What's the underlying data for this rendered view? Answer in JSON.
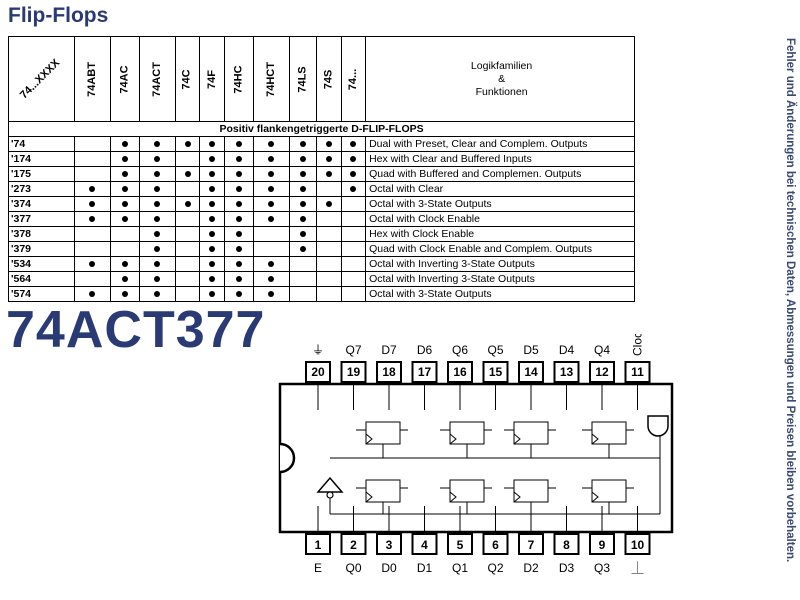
{
  "title": "Flip-Flops",
  "side_note": "Fehler und Änderungen bei technischen Daten, Abmessungen und Preisen bleiben vorbehalten.",
  "part_number": "74ACT377",
  "table": {
    "part_header": "74...XXXX",
    "families": [
      "74ABT",
      "74AC",
      "74ACT",
      "74C",
      "74F",
      "74HC",
      "74HCT",
      "74LS",
      "74S",
      "74..."
    ],
    "logik": [
      "Logikfamilien",
      "&",
      "Funktionen"
    ],
    "section": "Positiv flankengetriggerte D-FLIP-FLOPS",
    "rows": [
      {
        "part": "'74",
        "dots": [
          0,
          1,
          1,
          1,
          1,
          1,
          1,
          1,
          1,
          1
        ],
        "desc": "Dual with Preset, Clear and Complem. Outputs"
      },
      {
        "part": "'174",
        "dots": [
          0,
          1,
          1,
          0,
          1,
          1,
          1,
          1,
          1,
          1
        ],
        "desc": "Hex with Clear and Buffered Inputs"
      },
      {
        "part": "'175",
        "dots": [
          0,
          1,
          1,
          1,
          1,
          1,
          1,
          1,
          1,
          1
        ],
        "desc": "Quad with Buffered and Complemen. Outputs"
      },
      {
        "part": "'273",
        "dots": [
          1,
          1,
          1,
          0,
          1,
          1,
          1,
          1,
          0,
          1
        ],
        "desc": "Octal with Clear"
      },
      {
        "part": "'374",
        "dots": [
          1,
          1,
          1,
          1,
          1,
          1,
          1,
          1,
          1,
          0
        ],
        "desc": "Octal with 3-State Outputs"
      },
      {
        "part": "'377",
        "dots": [
          1,
          1,
          1,
          0,
          1,
          1,
          1,
          1,
          0,
          0
        ],
        "desc": "Octal with Clock Enable"
      },
      {
        "part": "'378",
        "dots": [
          0,
          0,
          1,
          0,
          1,
          1,
          0,
          1,
          0,
          0
        ],
        "desc": "Hex with Clock Enable"
      },
      {
        "part": "'379",
        "dots": [
          0,
          0,
          1,
          0,
          1,
          1,
          0,
          1,
          0,
          0
        ],
        "desc": "Quad with Clock Enable and Complem. Outputs"
      },
      {
        "part": "'534",
        "dots": [
          1,
          1,
          1,
          0,
          1,
          1,
          1,
          0,
          0,
          0
        ],
        "desc": "Octal with Inverting 3-State Outputs"
      },
      {
        "part": "'564",
        "dots": [
          0,
          1,
          1,
          0,
          1,
          1,
          1,
          0,
          0,
          0
        ],
        "desc": "Octal with Inverting 3-State Outputs"
      },
      {
        "part": "'574",
        "dots": [
          1,
          1,
          1,
          0,
          1,
          1,
          1,
          0,
          0,
          0
        ],
        "desc": "Octal with 3-State Outputs"
      }
    ]
  },
  "pins_top": [
    {
      "num": "20",
      "label": "⏚"
    },
    {
      "num": "19",
      "label": "Q7"
    },
    {
      "num": "18",
      "label": "D7"
    },
    {
      "num": "17",
      "label": "D6"
    },
    {
      "num": "16",
      "label": "Q6"
    },
    {
      "num": "15",
      "label": "Q5"
    },
    {
      "num": "14",
      "label": "D5"
    },
    {
      "num": "13",
      "label": "D4"
    },
    {
      "num": "12",
      "label": "Q4"
    },
    {
      "num": "11",
      "label": "Clock"
    }
  ],
  "pins_bottom": [
    {
      "num": "1",
      "label": "E"
    },
    {
      "num": "2",
      "label": "Q0"
    },
    {
      "num": "3",
      "label": "D0"
    },
    {
      "num": "4",
      "label": "D1"
    },
    {
      "num": "5",
      "label": "Q1"
    },
    {
      "num": "6",
      "label": "Q2"
    },
    {
      "num": "7",
      "label": "D2"
    },
    {
      "num": "8",
      "label": "D3"
    },
    {
      "num": "9",
      "label": "Q3"
    },
    {
      "num": "10",
      "label": "⏊"
    }
  ]
}
